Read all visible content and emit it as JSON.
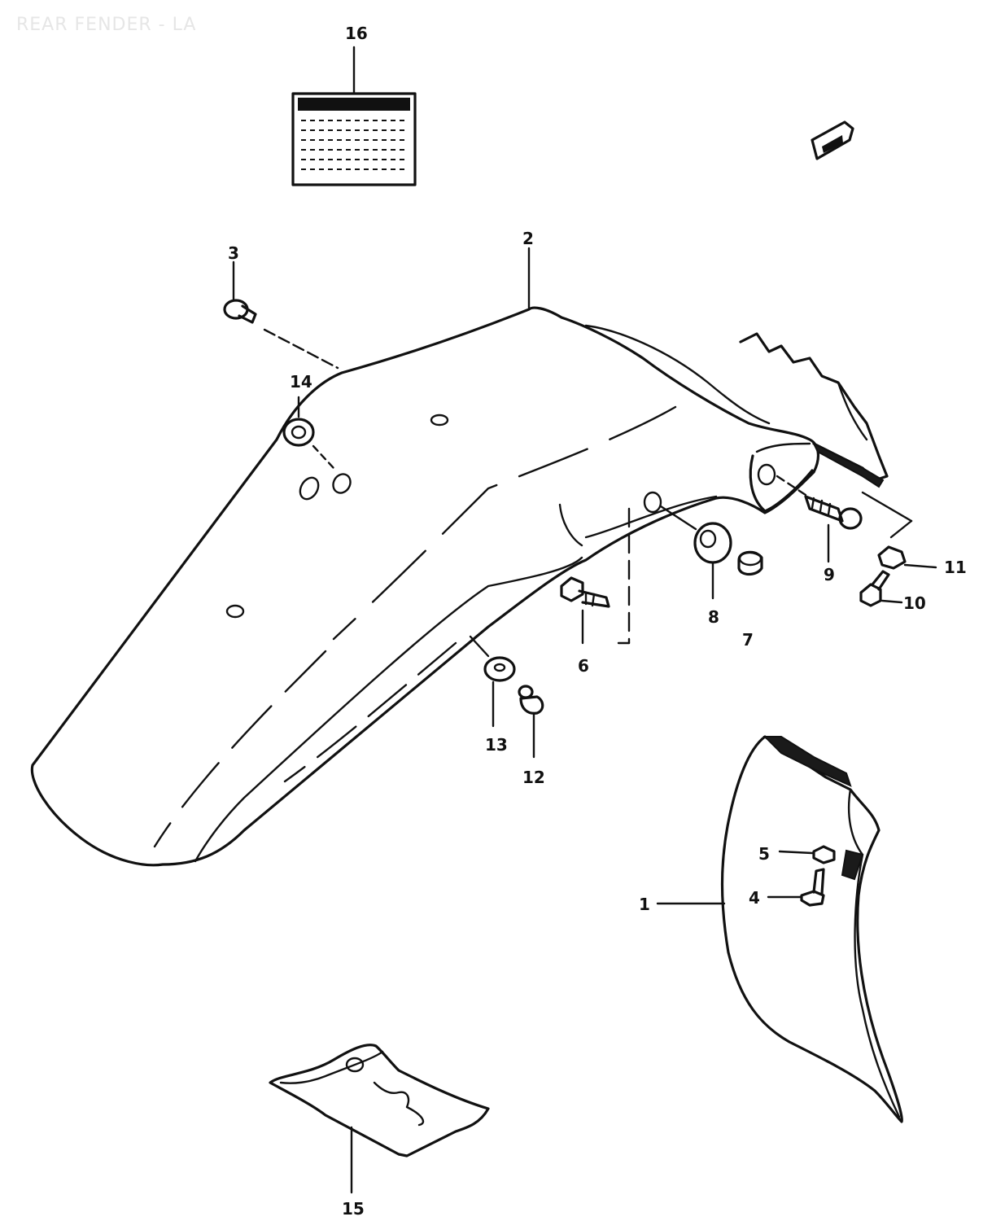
{
  "diagram": {
    "title": "REAR FENDER - LA",
    "part_numbers": [
      {
        "id": "p1",
        "label": "1"
      },
      {
        "id": "p2",
        "label": "2"
      },
      {
        "id": "p3",
        "label": "3"
      },
      {
        "id": "p4",
        "label": "4"
      },
      {
        "id": "p5",
        "label": "5"
      },
      {
        "id": "p6",
        "label": "6"
      },
      {
        "id": "p7",
        "label": "7"
      },
      {
        "id": "p8",
        "label": "8"
      },
      {
        "id": "p9",
        "label": "9"
      },
      {
        "id": "p10",
        "label": "10"
      },
      {
        "id": "p11",
        "label": "11"
      },
      {
        "id": "p12",
        "label": "12"
      },
      {
        "id": "p13",
        "label": "13"
      },
      {
        "id": "p14",
        "label": "14"
      },
      {
        "id": "p15",
        "label": "15"
      },
      {
        "id": "p16",
        "label": "16"
      }
    ]
  }
}
